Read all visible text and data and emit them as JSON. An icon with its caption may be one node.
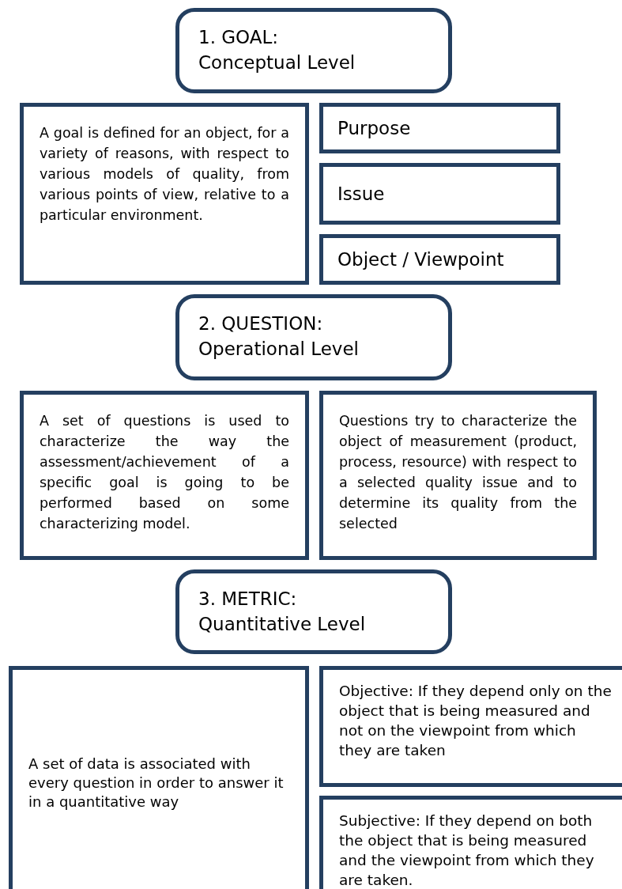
{
  "diagram": {
    "nodes": [
      {
        "text": [
          "1. GOAL:",
          "Conceptual Level"
        ]
      },
      {
        "text": [
          "A goal is defined for an object, for a variety of reasons, with respect to various models of quality, from various points of view, relative to a particular environment."
        ]
      },
      {
        "text": [
          "Purpose"
        ]
      },
      {
        "text": [
          "Issue"
        ]
      },
      {
        "text": [
          "Object / Viewpoint"
        ]
      },
      {
        "text": [
          "2. QUESTION:",
          "Operational Level"
        ]
      },
      {
        "text": [
          "A set of questions is used to characterize the way the assessment/achievement of a specific goal is going to be performed based on some characterizing model."
        ]
      },
      {
        "text": [
          "Questions try to characterize the object of measurement (product, process, resource) with respect to a selected quality issue and to determine its quality from the selected"
        ]
      },
      {
        "text": [
          "3. METRIC:",
          "Quantitative Level"
        ]
      },
      {
        "text": [
          "A set of data is associated with every question in order to answer it in a quantitative way"
        ]
      },
      {
        "text": [
          "Objective: If they depend only on the object that is being measured and not on the viewpoint from which they are taken"
        ]
      },
      {
        "text": [
          "Subjective: If they depend on both the object that is being measured and the viewpoint from which they are taken."
        ]
      }
    ]
  }
}
